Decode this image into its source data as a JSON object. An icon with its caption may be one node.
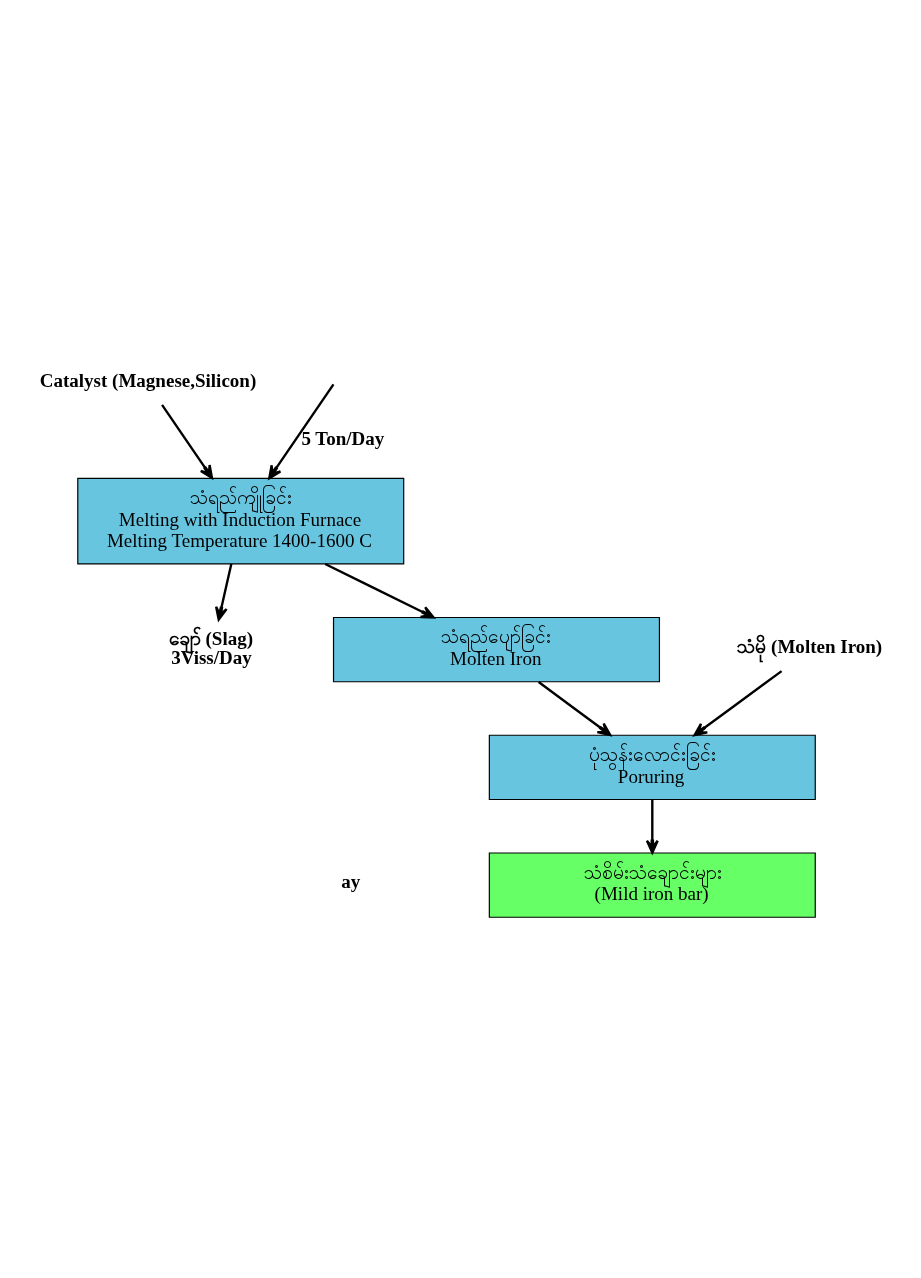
{
  "diagram": {
    "nodes": [
      {
        "text": [
          "Catalyst (Magnese,Silicon)"
        ]
      },
      {
        "text": [
          "သံရည်ကျိုခြင်း",
          "Melting with Induction Furnace",
          "Melting Temperature 1400-1600 C"
        ]
      },
      {
        "text": [
          "ချော် (Slag)"
        ],
        "beside": [
          "3Viss/Day"
        ]
      },
      {
        "text": [
          "သံရည်ပျော်ခြင်း",
          "Molten Iron"
        ]
      },
      {
        "text": [
          "သံမို (Molten Iron)"
        ]
      },
      {
        "text": [
          "ပုံသွန်းလောင်းခြင်း",
          "Poruring"
        ]
      },
      {
        "text": [
          "သံစိမ်းသံချောင်းများ",
          "(Mild iron bar)"
        ]
      }
    ],
    "edges": [
      {
        "from": null,
        "to": 1,
        "arrow": "to",
        "label": "5 Ton/Day"
      },
      {
        "from": 0,
        "to": 1,
        "arrow": "to"
      },
      {
        "from": 1,
        "to": 3,
        "arrow": "to"
      },
      {
        "from": 1,
        "to": 2,
        "arrow": "to"
      },
      {
        "from": 3,
        "to": 5,
        "arrow": "to"
      },
      {
        "from": 4,
        "to": 5,
        "arrow": "to"
      },
      {
        "from": 5,
        "to": 6,
        "arrow": "to"
      }
    ],
    "labels": [
      "ay"
    ]
  }
}
